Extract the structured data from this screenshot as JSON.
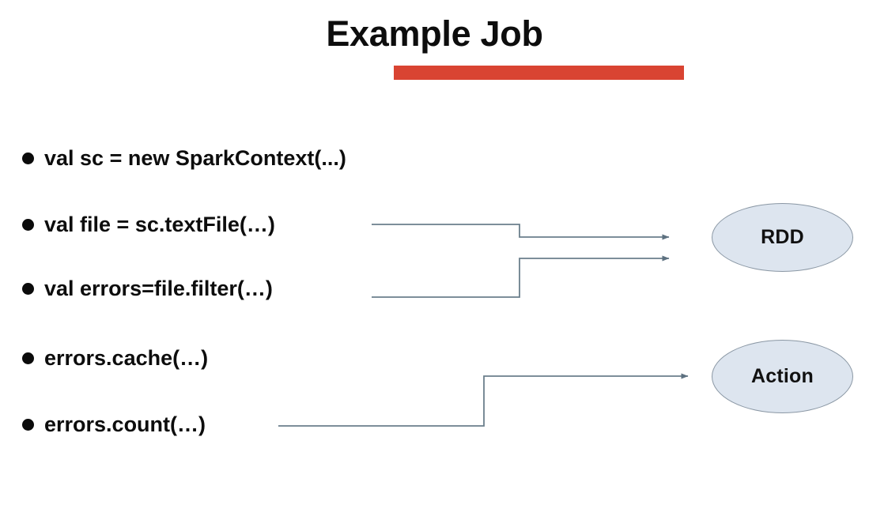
{
  "slide": {
    "title": "Example Job",
    "accent_color": "#d94432",
    "background_color": "#ffffff",
    "text_color": "#0d0d0d"
  },
  "bullets": [
    {
      "text": "val sc = new SparkContext(...)"
    },
    {
      "text": "val file = sc.textFile(…)"
    },
    {
      "text": "val errors=file.filter(…)"
    },
    {
      "text": "errors.cache(…)"
    },
    {
      "text": "errors.count(…)"
    }
  ],
  "nodes": [
    {
      "id": "rdd",
      "label": "RDD",
      "fill_color": "#dde5ef",
      "border_color": "#8a97a4"
    },
    {
      "id": "action",
      "label": "Action",
      "fill_color": "#dde5ef",
      "border_color": "#8a97a4"
    }
  ],
  "connectors": {
    "line_color": "#6b7f8c",
    "edges": [
      {
        "from": "val file = sc.textFile(…)",
        "to": "RDD"
      },
      {
        "from": "val errors=file.filter(…)",
        "to": "RDD"
      },
      {
        "from": "errors.count(…)",
        "to": "Action"
      }
    ]
  }
}
